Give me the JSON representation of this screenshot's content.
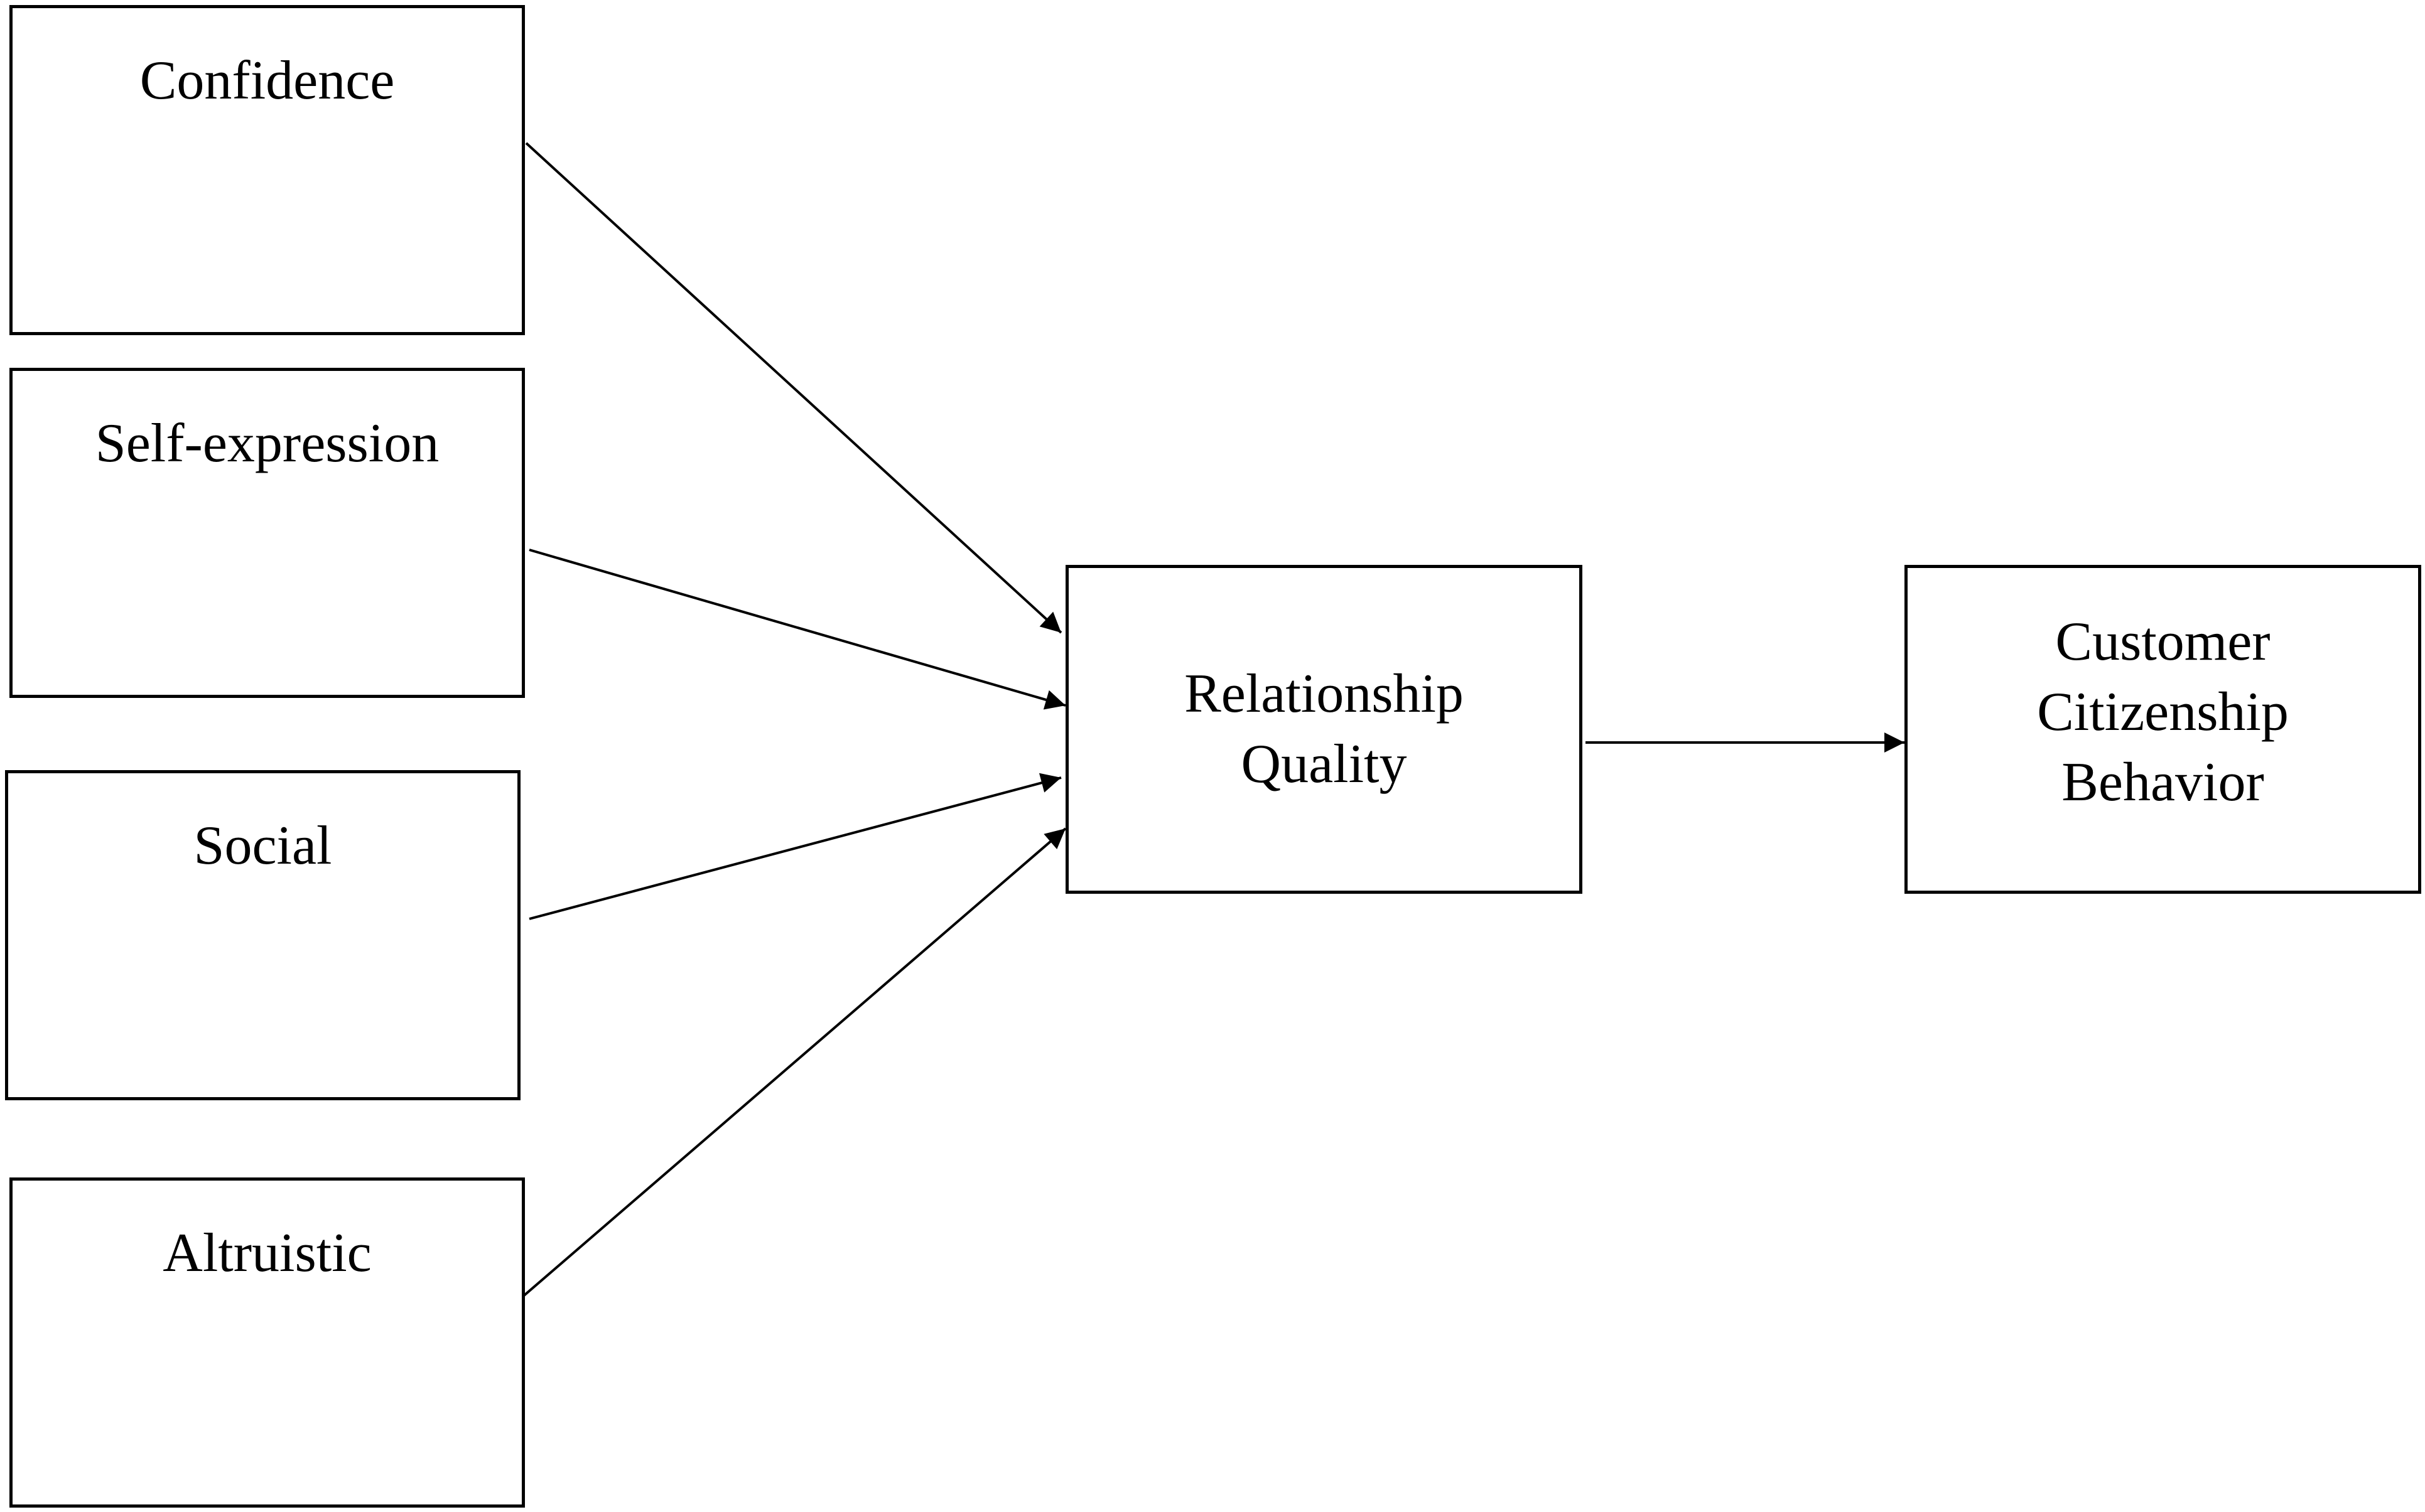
{
  "nodes": {
    "confidence": {
      "label": "Confidence"
    },
    "self_expression": {
      "label": "Self-expression"
    },
    "social": {
      "label": "Social"
    },
    "altruistic": {
      "label": "Altruistic"
    },
    "relationship_quality": {
      "lines": [
        "Relationship",
        "Quality"
      ]
    },
    "customer_citizenship_behavior": {
      "lines": [
        "Customer",
        "Citizenship",
        "Behavior"
      ]
    }
  },
  "edges": [
    {
      "from": "confidence",
      "to": "relationship_quality"
    },
    {
      "from": "self_expression",
      "to": "relationship_quality"
    },
    {
      "from": "social",
      "to": "relationship_quality"
    },
    {
      "from": "altruistic",
      "to": "relationship_quality"
    },
    {
      "from": "relationship_quality",
      "to": "customer_citizenship_behavior"
    }
  ],
  "colors": {
    "stroke": "#000000",
    "background": "#ffffff"
  }
}
